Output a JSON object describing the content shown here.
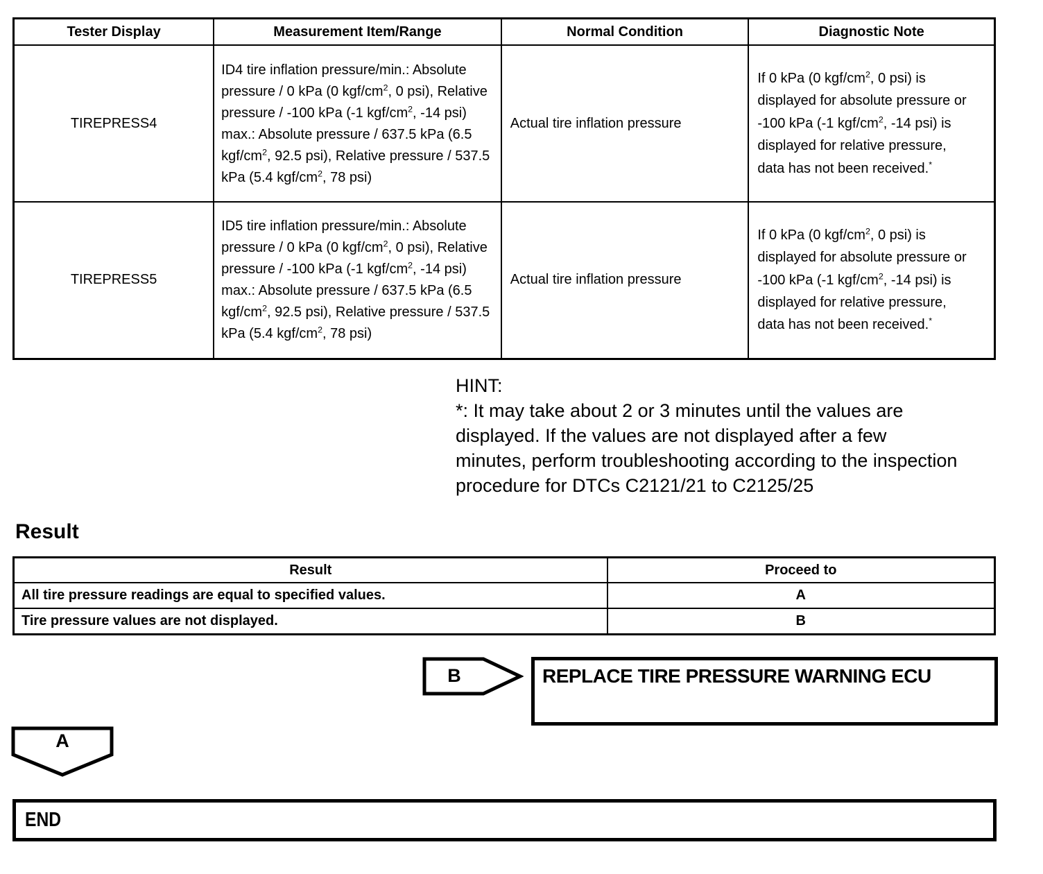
{
  "colors": {
    "text": "#000000",
    "background": "#ffffff",
    "border": "#000000"
  },
  "main_table": {
    "headers": [
      "Tester Display",
      "Measurement Item/Range",
      "Normal Condition",
      "Diagnostic Note"
    ],
    "rows": [
      {
        "tester_display": "TIREPRESS4",
        "measurement": "ID4 tire inflation pressure/min.: Absolute pressure / 0 kPa (0 kgf/cm^2^, 0 psi), Relative pressure / -100 kPa (-1 kgf/cm^2^, -14 psi)\nmax.: Absolute pressure / 637.5 kPa (6.5 kgf/cm^2^, 92.5 psi), Relative pressure / 537.5 kPa (5.4 kgf/cm^2^, 78 psi)",
        "normal_condition": "Actual tire inflation pressure",
        "diagnostic_note": "If 0 kPa (0 kgf/cm^2^, 0 psi) is displayed for absolute pressure or -100 kPa (-1 kgf/cm^2^, -14 psi) is displayed for relative pressure, data has not been received.^*^"
      },
      {
        "tester_display": "TIREPRESS5",
        "measurement": "ID5 tire inflation pressure/min.: Absolute pressure / 0 kPa (0 kgf/cm^2^, 0 psi), Relative pressure / -100 kPa (-1 kgf/cm^2^, -14 psi)\nmax.: Absolute pressure / 637.5 kPa (6.5 kgf/cm^2^, 92.5 psi), Relative pressure / 537.5 kPa (5.4 kgf/cm^2^, 78 psi)",
        "normal_condition": "Actual tire inflation pressure",
        "diagnostic_note": "If 0 kPa (0 kgf/cm^2^, 0 psi) is displayed for absolute pressure or -100 kPa (-1 kgf/cm^2^, -14 psi) is displayed for relative pressure, data has not been received.^*^"
      }
    ]
  },
  "hint": {
    "label": "HINT:",
    "text": "*: It may take about 2 or 3 minutes until the values are displayed. If the values are not displayed after a few minutes, perform troubleshooting according to the inspection procedure for DTCs C2121/21 to C2125/25"
  },
  "result_section": {
    "heading": "Result",
    "table": {
      "headers": [
        "Result",
        "Proceed to"
      ],
      "rows": [
        {
          "result": "All tire pressure readings are equal to specified values.",
          "proceed_to": "A"
        },
        {
          "result": "Tire pressure values are not displayed.",
          "proceed_to": "B"
        }
      ]
    }
  },
  "flowchart": {
    "b_connector_label": "B",
    "action_label": "REPLACE TIRE PRESSURE WARNING ECU",
    "a_connector_label": "A",
    "end_label": "END"
  }
}
